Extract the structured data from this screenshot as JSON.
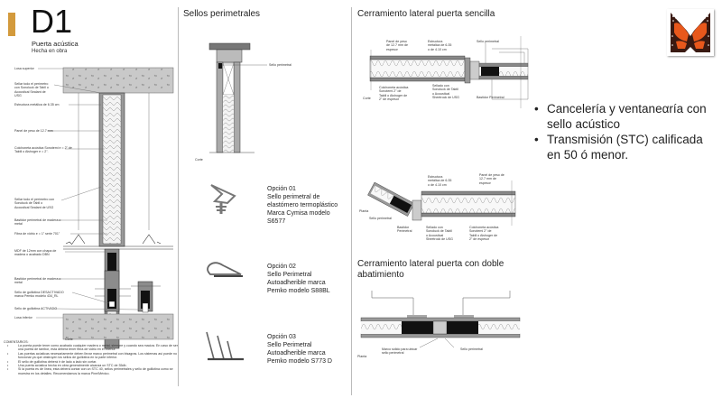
{
  "header": {
    "code": "D1",
    "title": "Puerta acústica",
    "subtitle": "Hecha en obra",
    "accent_color": "#d39a3c"
  },
  "left_section": {
    "labels": [
      "Losa superior",
      "Sellar todo el perímetro\ncon Sonoluck de Tabll o\nAcoustical Sealant de\nUSG",
      "Estructura metálica de 6.35 cm",
      "Panel de yeso de 12.7 mm",
      "Colchoneta acústica Sonotemi e = 2\" de\nTaktil o Aishoger e = 2\".",
      "Sellar todo el perímetro con\nSonoluck de Tabll o\nAcoustical Sealant de USG",
      "Bastidor perimetral de madera o\nmetal",
      "Fibra de vidrio e = 1\" serie 701\"",
      "MDF de 12mm con chapa de\nmadera o acabado DBN",
      "Bastidor perimetral de madera o\nmetal",
      "Sello de guillotina DESACTIVADO\nmarca Pemko modelo 434_RL",
      "Sello de guillotina ACTIVADO",
      "Losa inferior"
    ],
    "corte_label": "Corte",
    "comments_header": "COMENTARIOS:",
    "comments": [
      "La puerta puede tener como acabado cualquier madera o metal, siempre y cuando sea maciza. En caso de ser una puerta de tambor, esta deberá tener fibra de vidrio en el interior.",
      "Las puertas acústicas necesariamente deben llevar marco perimetral con bisagras. Los sistemas así puede no funcionar ya que obstruyen los sellos de guillotina en la parte inferior.",
      "El sello de guillotina deberá ir de lado a lado sin cortar.",
      "Una puerta acústica hecha en obra generalmente alcanza un STC de 35db.",
      "Si la puerta es de línea, esta deberá contar con un STC 40, sellos perimetrales y sello de guillotina como se muestra en los detalles. Recomendamos la marca Pine/México."
    ]
  },
  "seals_section": {
    "title": "Sellos perimetrales",
    "callout": "Sello perimetral",
    "corte_label": "Corte",
    "options": [
      {
        "text": "Opción 01\nSello perimetral de\nelastómero termoplástico\nMarca Cymisa modelo\nS6577",
        "icon": "elastomer-seal-icon"
      },
      {
        "text": "Opción 02\nSello Perimetral\nAutoadherible marca\nPemko modelo S88BL",
        "icon": "teardrop-seal-icon"
      },
      {
        "text": "Opción 03\nSello Perimetral\nAutoadherible marca\nPemko modelo S773 D",
        "icon": "fin-seal-icon"
      }
    ]
  },
  "single_door_section": {
    "title": "Cerramiento lateral puerta sencilla",
    "labels_top": {
      "panel": "Panel de yeso\nde 12.7 mm de\nespesor",
      "structure": "Estructura\nmetálica de 6.35\no de 4.10 cm",
      "seal": "Sello perimetral",
      "insulation": "Colchoneta acústica\nSonotemi 2\" de\nTaktil o Aishoger de\n2\" de espesor",
      "sealant": "Sellado con\nSonoluck de Taktil\no Acoustical\nSheetrock de USG",
      "frame": "Bastidor Perimetral",
      "corte": "Corte"
    },
    "labels_bottom": {
      "structure": "Estructura\nmetálica de 6.35\no de 4.10 cm",
      "panel": "Panel de yeso de\n12.7 mm de\nespesor",
      "planta": "Planta",
      "seal": "Sello perimetral",
      "frame": "Bastidor\nPerimetral",
      "sealant": "Sellado con\nSonoluck de Taktil\no Acoustical\nSheetrock de USG",
      "insulation": "Colchoneta acústica\nSonotemi 2\" de\nTaktil o Aishoger de\n2\" de espesor"
    }
  },
  "double_door_section": {
    "title": "Cerramiento lateral puerta con doble\nabatimiento",
    "labels": {
      "frame": "Marco sólido para ubicar\nsello perimetral",
      "seal": "Sello perimetral",
      "planta": "Planta"
    }
  },
  "bullets": [
    "Cancelería y ventaneαría con sello acústico",
    "Transmisión (STC) calificada en 50 ó menor."
  ],
  "logo": {
    "icon": "monarch-butterfly-logo-icon",
    "colors": {
      "orange": "#e8581c",
      "dark": "#3a1a12"
    }
  }
}
